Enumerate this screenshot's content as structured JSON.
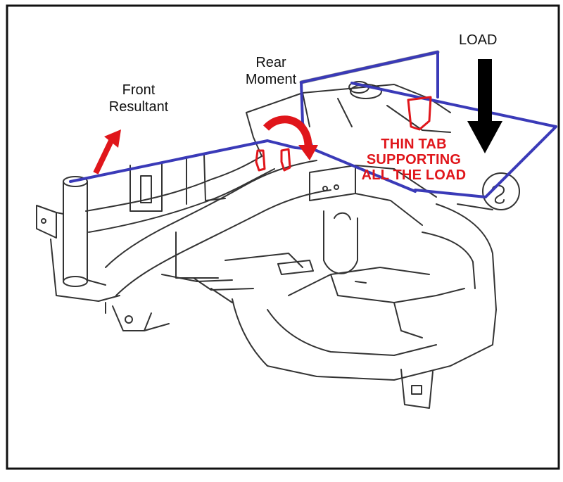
{
  "labels": {
    "load": "LOAD",
    "rear_moment_line1": "Rear",
    "rear_moment_line2": "Moment",
    "front_resultant_line1": "Front",
    "front_resultant_line2": "Resultant",
    "thin_tab_line1": "THIN TAB",
    "thin_tab_line2": "SUPPORTING",
    "thin_tab_line3": "ALL THE LOAD"
  },
  "colors": {
    "frame_border": "#111111",
    "part_outline": "#333333",
    "load_path_blue": "#3a3ab8",
    "beam_gray": "#8a8a8a",
    "annotation_red": "#e0161b",
    "load_arrow": "#000000"
  }
}
